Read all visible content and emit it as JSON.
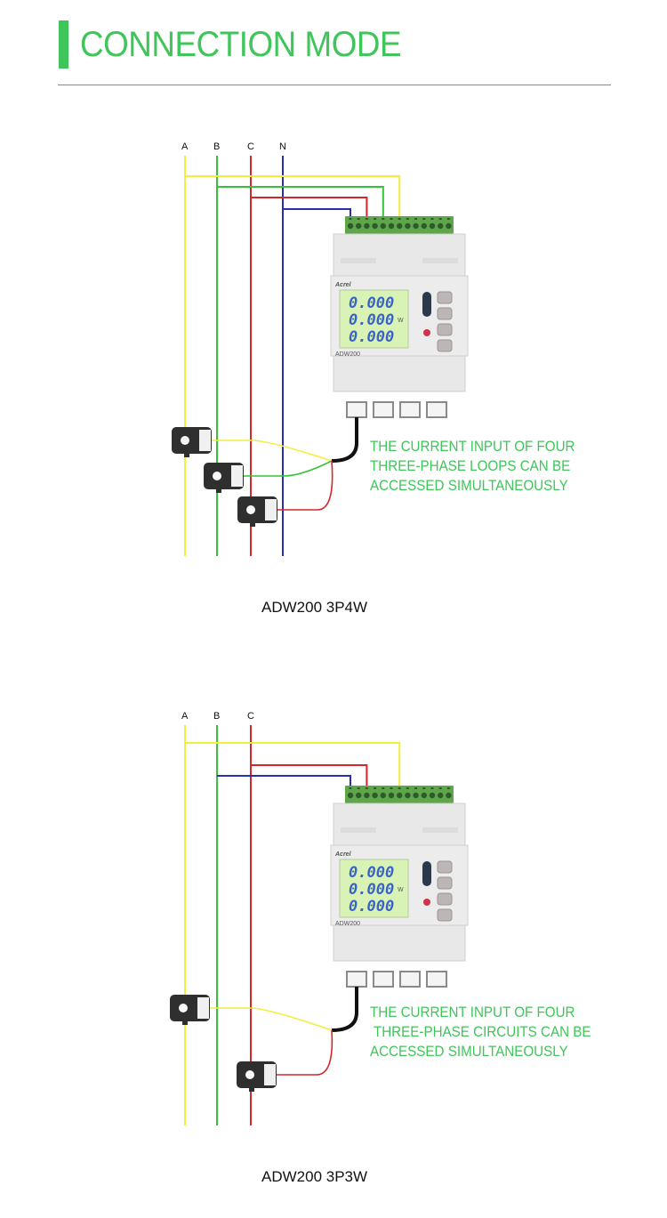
{
  "header": {
    "title": "CONNECTION MODE",
    "accent_color": "#3fc55a"
  },
  "diagrams": [
    {
      "id": "3p4w",
      "caption": "ADW200 3P4W",
      "lines": [
        {
          "label": "A",
          "color": "#f2ef3a"
        },
        {
          "label": "B",
          "color": "#36c23a"
        },
        {
          "label": "C",
          "color": "#d7262b"
        },
        {
          "label": "N",
          "color": "#2a2fb0"
        }
      ],
      "meter": {
        "brand": "Acrel",
        "model": "ADW200",
        "lcd_rows": [
          "0.000",
          "0.000",
          "0.000"
        ],
        "lcd_unit": "W",
        "buttons": 4,
        "rj_ports": 4
      },
      "ct_count": 3,
      "note": "THE CURRENT INPUT OF FOUR\nTHREE-PHASE LOOPS CAN BE\nACCESSED SIMULTANEOUSLY"
    },
    {
      "id": "3p3w",
      "caption": "ADW200 3P3W",
      "lines": [
        {
          "label": "A",
          "color": "#f2ef3a"
        },
        {
          "label": "B",
          "color": "#36c23a"
        },
        {
          "label": "C",
          "color": "#d7262b"
        }
      ],
      "meter": {
        "brand": "Acrel",
        "model": "ADW200",
        "lcd_rows": [
          "0.000",
          "0.000",
          "0.000"
        ],
        "lcd_unit": "W",
        "buttons": 4,
        "rj_ports": 4
      },
      "ct_count": 2,
      "note": "THE CURRENT INPUT OF FOUR\n THREE-PHASE CIRCUITS CAN BE\nACCESSED SIMULTANEOUSLY"
    }
  ]
}
